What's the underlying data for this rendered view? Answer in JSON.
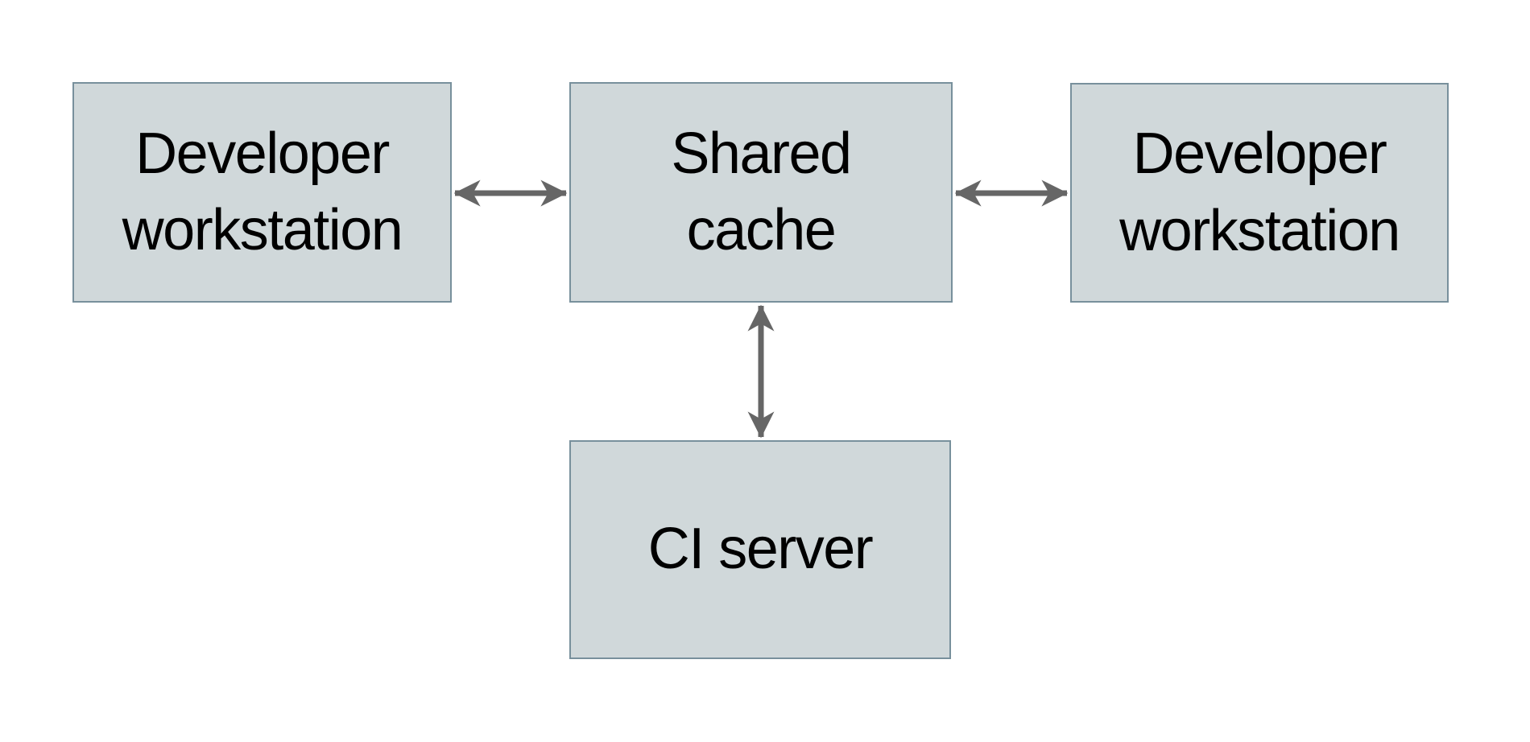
{
  "diagram": {
    "nodes": {
      "dev_left": {
        "label": "Developer\nworkstation"
      },
      "shared_cache": {
        "label": "Shared\ncache"
      },
      "dev_right": {
        "label": "Developer\nworkstation"
      },
      "ci_server": {
        "label": "CI server"
      }
    },
    "edges": [
      {
        "from": "dev_left",
        "to": "shared_cache",
        "direction": "bidirectional"
      },
      {
        "from": "shared_cache",
        "to": "dev_right",
        "direction": "bidirectional"
      },
      {
        "from": "shared_cache",
        "to": "ci_server",
        "direction": "bidirectional"
      }
    ],
    "colors": {
      "background": "#ffffff",
      "node_fill": "#d0d8da",
      "node_border": "#78909c",
      "arrow": "#666666",
      "text": "#000000"
    }
  }
}
